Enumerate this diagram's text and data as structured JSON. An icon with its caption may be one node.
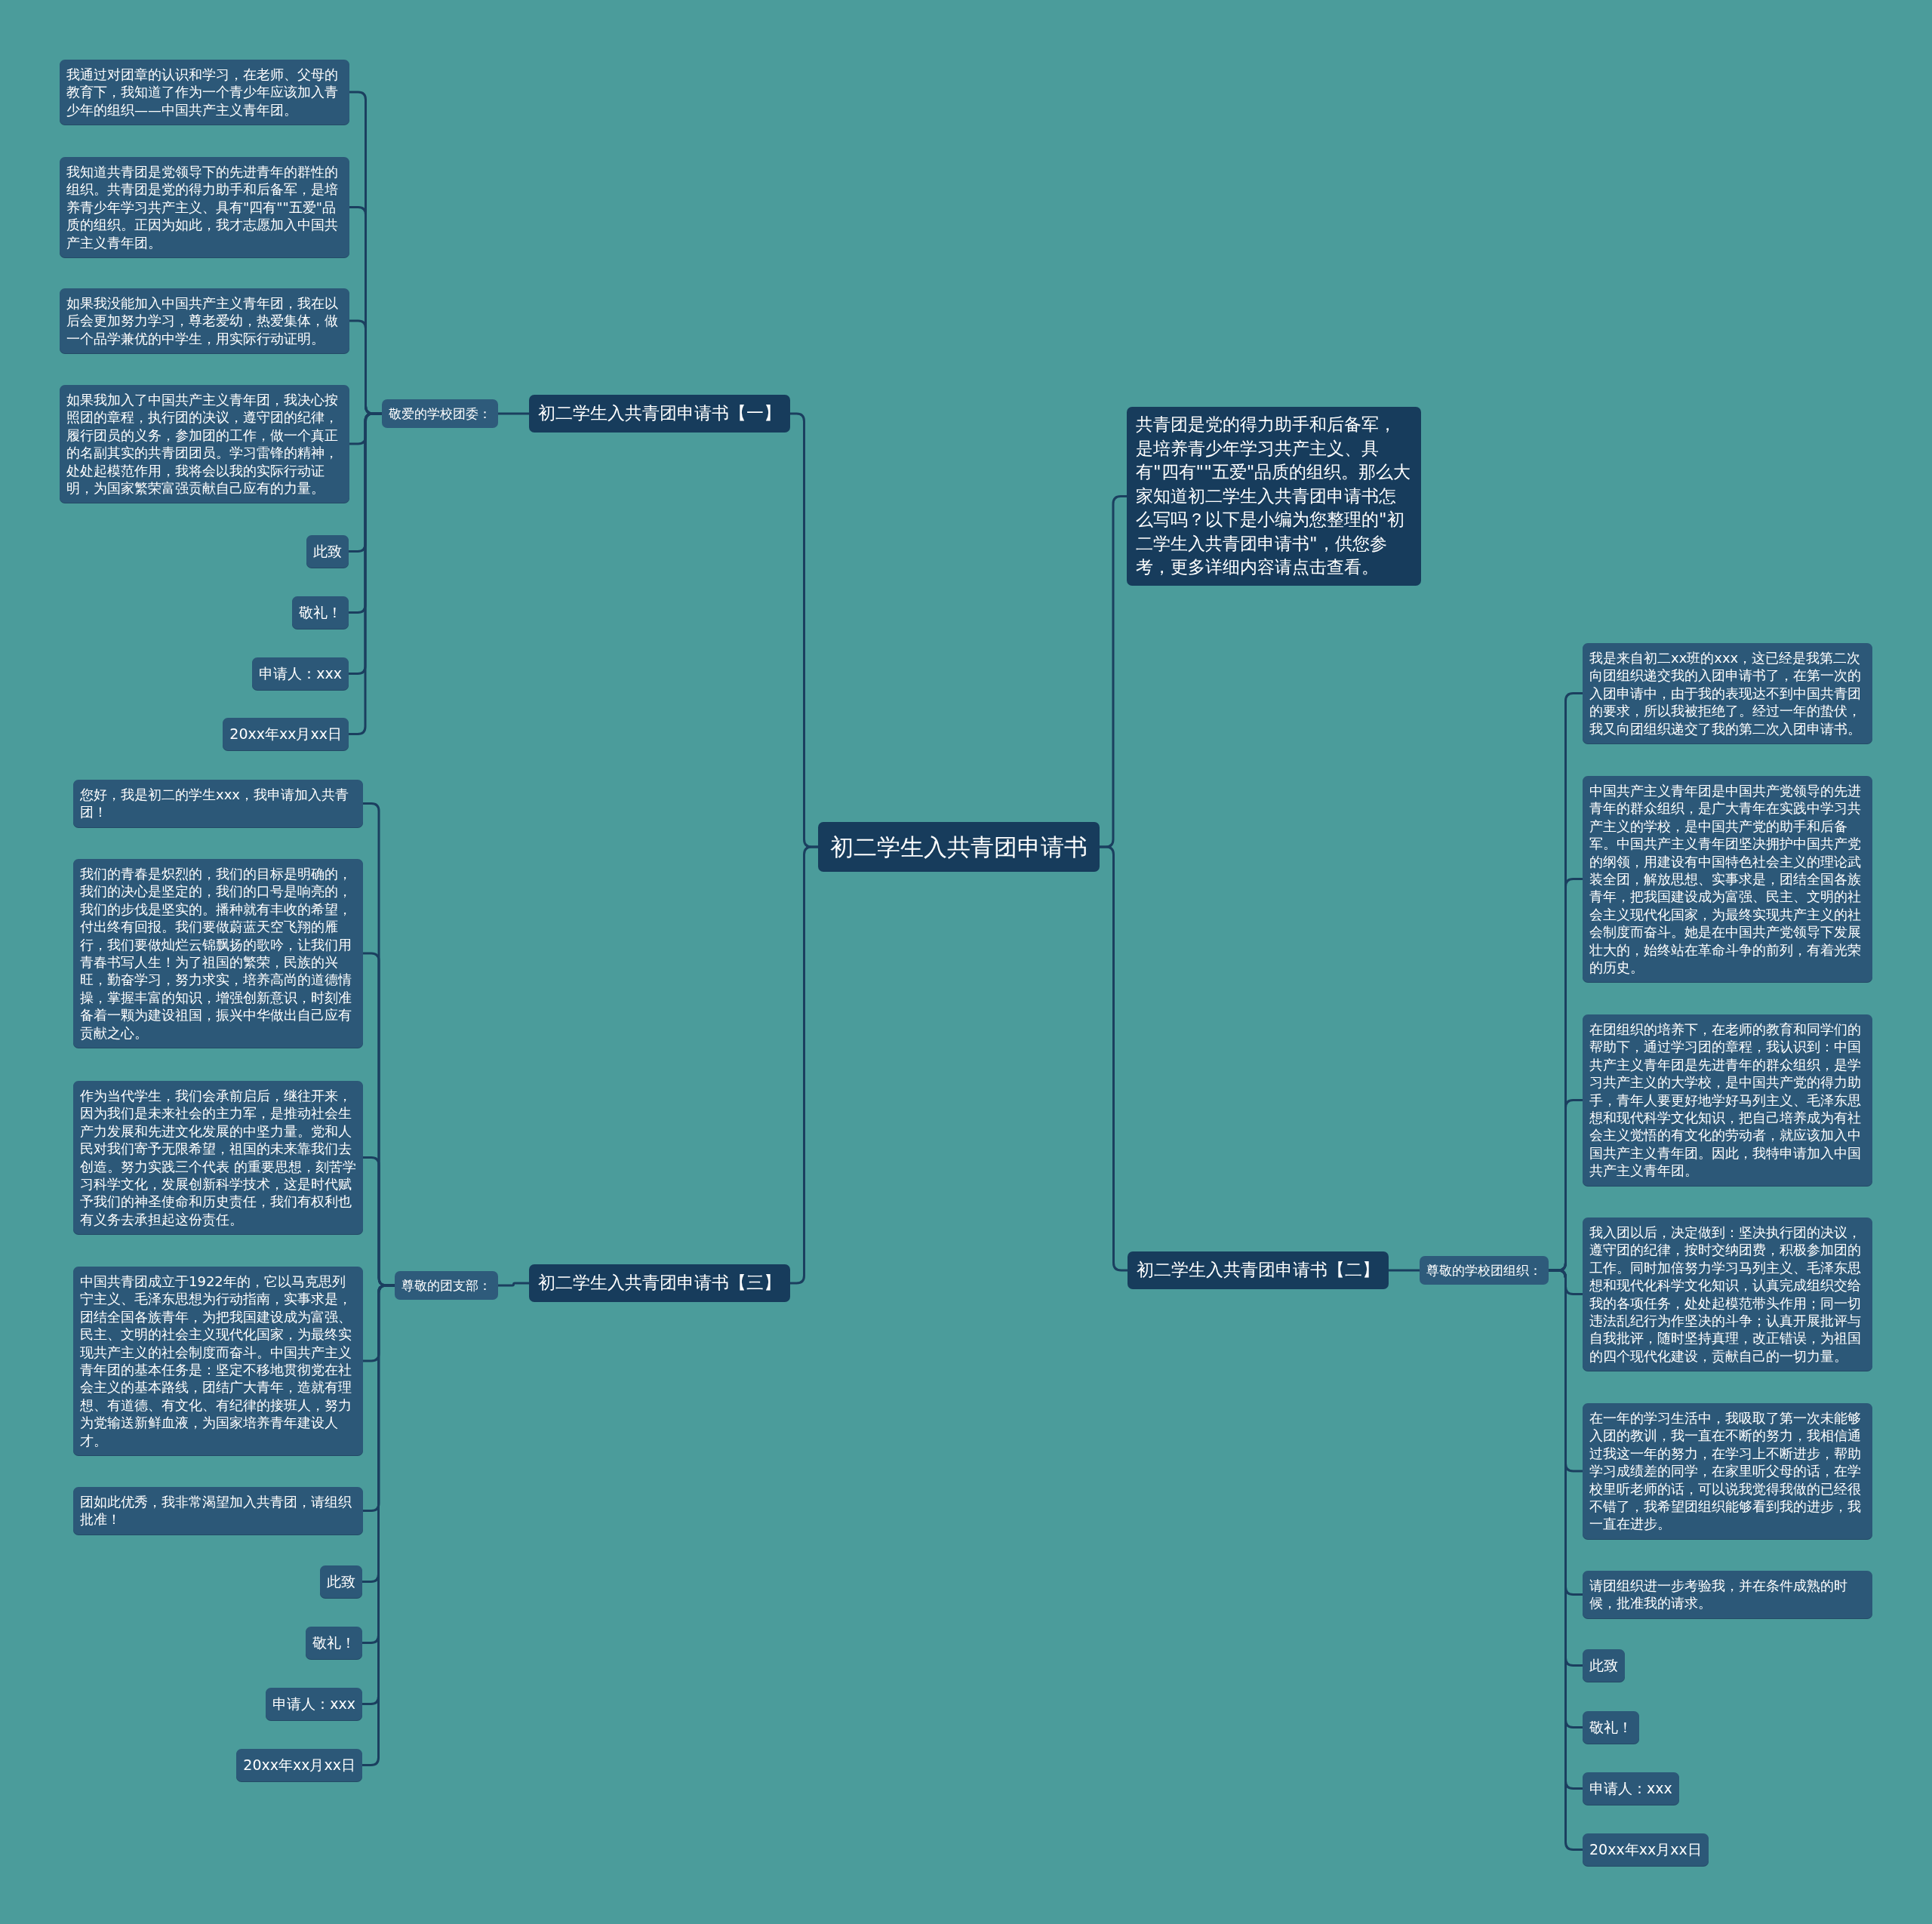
{
  "diagram": {
    "nodes": [
      {
        "text": [
          "初二学生入共青团申请书"
        ]
      },
      {
        "text": [
          "初二学生入共青团申请书【一】"
        ]
      },
      {
        "text": [
          "敬爱的学校团委："
        ]
      },
      {
        "text": [
          "我通过对团章的认识和学习，在老师、父母的教育下，我知道了作为一个青少年应该加入青少年的组织——中国共产主义青年团。"
        ]
      },
      {
        "text": [
          "我知道共青团是党领导下的先进青年的群性的组织。共青团是党的得力助手和后备军，是培养青少年学习共产主义、具有\"四有\"\"五爱\"品质的组织。正因为如此，我才志愿加入中国共产主义青年团。"
        ]
      },
      {
        "text": [
          "如果我没能加入中国共产主义青年团，我在以后会更加努力学习，尊老爱幼，热爱集体，做一个品学兼优的中学生，用实际行动证明。"
        ]
      },
      {
        "text": [
          "如果我加入了中国共产主义青年团，我决心按照团的章程，执行团的决议，遵守团的纪律，履行团员的义务，参加团的工作，做一个真正的名副其实的共青团团员。学习雷锋的精神，处处起模范作用，我将会以我的实际行动证明，为国家繁荣富强贡献自己应有的力量。"
        ]
      },
      {
        "text": [
          "此致"
        ]
      },
      {
        "text": [
          "敬礼！"
        ]
      },
      {
        "text": [
          "申请人：xxx"
        ]
      },
      {
        "text": [
          "20xx年xx月xx日"
        ]
      },
      {
        "text": [
          "共青团是党的得力助手和后备军，是培养青少年学习共产主义、具有\"四有\"\"五爱\"品质的组织。那么大家知道初二学生入共青团申请书怎么写吗？以下是小编为您整理的\"初二学生入共青团申请书\"，供您参考，更多详细内容请点击查看。"
        ]
      },
      {
        "text": [
          "初二学生入共青团申请书【二】"
        ]
      },
      {
        "text": [
          "尊敬的学校团组织："
        ]
      },
      {
        "text": [
          "我是来自初二xx班的xxx，这已经是我第二次向团组织递交我的入团申请书了，在第一次的入团申请中，由于我的表现达不到中国共青团的要求，所以我被拒绝了。经过一年的蛰伏，我又向团组织递交了我的第二次入团申请书。"
        ]
      },
      {
        "text": [
          "中国共产主义青年团是中国共产党领导的先进青年的群众组织，是广大青年在实践中学习共产主义的学校，是中国共产党的助手和后备军。中国共产主义青年团坚决拥护中国共产党的纲领，用建设有中国特色社会主义的理论武装全团，解放思想、实事求是，团结全国各族青年，把我国建设成为富强、民主、文明的社会主义现代化国家，为最终实现共产主义的社会制度而奋斗。她是在中国共产党领导下发展壮大的，始终站在革命斗争的前列，有着光荣的历史。"
        ]
      },
      {
        "text": [
          "在团组织的培养下，在老师的教育和同学们的帮助下，通过学习团的章程，我认识到：中国共产主义青年团是先进青年的群众组织，是学习共产主义的大学校，是中国共产党的得力助手，青年人要更好地学好马列主义、毛泽东思想和现代科学文化知识，把自己培养成为有社会主义觉悟的有文化的劳动者，就应该加入中国共产主义青年团。因此，我特申请加入中国共产主义青年团。"
        ]
      },
      {
        "text": [
          "我入团以后，决定做到：坚决执行团的决议，遵守团的纪律，按时交纳团费，积极参加团的工作。同时加倍努力学习马列主义、毛泽东思想和现代化科学文化知识，认真完成组织交给我的各项任务，处处起模范带头作用；同一切违法乱纪行为作坚决的斗争；认真开展批评与自我批评，随时坚持真理，改正错误，为祖国的四个现代化建设，贡献自己的一切力量。"
        ]
      },
      {
        "text": [
          "在一年的学习生活中，我吸取了第一次未能够入团的教训，我一直在不断的努力，我相信通过我这一年的努力，在学习上不断进步，帮助学习成绩差的同学，在家里听父母的话，在学校里听老师的话，可以说我觉得我做的已经很不错了，我希望团组织能够看到我的进步，我一直在进步。"
        ]
      },
      {
        "text": [
          "请团组织进一步考验我，并在条件成熟的时候，批准我的请求。"
        ]
      },
      {
        "text": [
          "此致"
        ]
      },
      {
        "text": [
          "敬礼！"
        ]
      },
      {
        "text": [
          "申请人：xxx"
        ]
      },
      {
        "text": [
          "20xx年xx月xx日"
        ]
      },
      {
        "text": [
          "初二学生入共青团申请书【三】"
        ]
      },
      {
        "text": [
          "尊敬的团支部："
        ]
      },
      {
        "text": [
          "您好，我是初二的学生xxx，我申请加入共青团！"
        ]
      },
      {
        "text": [
          "我们的青春是炽烈的，我们的目标是明确的，我们的决心是坚定的，我们的口号是响亮的，我们的步伐是坚实的。播种就有丰收的希望，付出终有回报。我们要做蔚蓝天空飞翔的雁行，我们要做灿烂云锦飘扬的歌吟，让我们用青春书写人生！为了祖国的繁荣，民族的兴旺，勤奋学习，努力求实，培养高尚的道德情操，掌握丰富的知识，增强创新意识，时刻准备着一颗为建设祖国，振兴中华做出自己应有贡献之心。"
        ]
      },
      {
        "text": [
          "作为当代学生，我们会承前启后，继往开来，因为我们是未来社会的主力军，是推动社会生产力发展和先进文化发展的中坚力量。党和人民对我们寄予无限希望，祖国的未来靠我们去创造。努力实践三个代表 的重要思想，刻苦学习科学文化，发展创新科学技术，这是时代赋予我们的神圣使命和历史责任，我们有权利也有义务去承担起这份责任。"
        ]
      },
      {
        "text": [
          "中国共青团成立于1922年的，它以马克思列宁主义、毛泽东思想为行动指南，实事求是，团结全国各族青年，为把我国建设成为富强、民主、文明的社会主义现代化国家，为最终实现共产主义的社会制度而奋斗。中国共产主义青年团的基本任务是：坚定不移地贯彻党在社会主义的基本路线，团结广大青年，造就有理想、有道德、有文化、有纪律的接班人，努力为党输送新鲜血液，为国家培养青年建设人才。"
        ]
      },
      {
        "text": [
          "团如此优秀，我非常渴望加入共青团，请组织批准！"
        ]
      },
      {
        "text": [
          "此致"
        ]
      },
      {
        "text": [
          "敬礼！"
        ]
      },
      {
        "text": [
          "申请人：xxx"
        ]
      },
      {
        "text": [
          "20xx年xx月xx日"
        ]
      }
    ],
    "edges": [
      {
        "from": 0,
        "to": 1,
        "arrow": "none"
      },
      {
        "from": 1,
        "to": 2,
        "arrow": "none"
      },
      {
        "from": 2,
        "to": 3,
        "arrow": "none"
      },
      {
        "from": 2,
        "to": 4,
        "arrow": "none"
      },
      {
        "from": 2,
        "to": 5,
        "arrow": "none"
      },
      {
        "from": 2,
        "to": 6,
        "arrow": "none"
      },
      {
        "from": 2,
        "to": 7,
        "arrow": "none"
      },
      {
        "from": 2,
        "to": 8,
        "arrow": "none"
      },
      {
        "from": 2,
        "to": 9,
        "arrow": "none"
      },
      {
        "from": 2,
        "to": 10,
        "arrow": "none"
      },
      {
        "from": 0,
        "to": 11,
        "arrow": "none"
      },
      {
        "from": 0,
        "to": 12,
        "arrow": "none"
      },
      {
        "from": 12,
        "to": 13,
        "arrow": "none"
      },
      {
        "from": 13,
        "to": 14,
        "arrow": "none"
      },
      {
        "from": 13,
        "to": 15,
        "arrow": "none"
      },
      {
        "from": 13,
        "to": 16,
        "arrow": "none"
      },
      {
        "from": 13,
        "to": 17,
        "arrow": "none"
      },
      {
        "from": 13,
        "to": 18,
        "arrow": "none"
      },
      {
        "from": 13,
        "to": 19,
        "arrow": "none"
      },
      {
        "from": 13,
        "to": 20,
        "arrow": "none"
      },
      {
        "from": 13,
        "to": 21,
        "arrow": "none"
      },
      {
        "from": 13,
        "to": 22,
        "arrow": "none"
      },
      {
        "from": 13,
        "to": 23,
        "arrow": "none"
      },
      {
        "from": 0,
        "to": 24,
        "arrow": "none"
      },
      {
        "from": 24,
        "to": 25,
        "arrow": "none"
      },
      {
        "from": 25,
        "to": 26,
        "arrow": "none"
      },
      {
        "from": 25,
        "to": 27,
        "arrow": "none"
      },
      {
        "from": 25,
        "to": 28,
        "arrow": "none"
      },
      {
        "from": 25,
        "to": 29,
        "arrow": "none"
      },
      {
        "from": 25,
        "to": 30,
        "arrow": "none"
      },
      {
        "from": 25,
        "to": 31,
        "arrow": "none"
      },
      {
        "from": 25,
        "to": 32,
        "arrow": "none"
      },
      {
        "from": 25,
        "to": 33,
        "arrow": "none"
      },
      {
        "from": 25,
        "to": 34,
        "arrow": "none"
      }
    ]
  }
}
